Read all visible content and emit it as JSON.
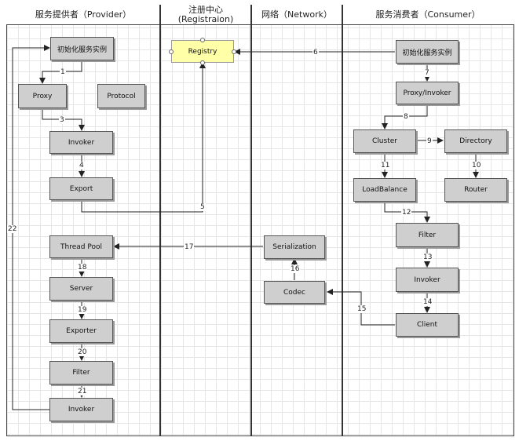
{
  "lanes": {
    "provider": "服务提供者（Provider）",
    "registry_line1": "注册中心",
    "registry_line2": "(Registraion)",
    "network": "网络（Network）",
    "consumer": "服务消费者（Consumer）"
  },
  "nodes": {
    "p_init": "初始化服务实例",
    "p_proxy": "Proxy",
    "p_protocol": "Protocol",
    "p_invoker": "Invoker",
    "p_export": "Export",
    "registry": "Registry",
    "c_init": "初始化服务实例",
    "c_proxy": "Proxy/Invoker",
    "c_cluster": "Cluster",
    "c_directory": "Directory",
    "c_loadbalance": "LoadBalance",
    "c_router": "Router",
    "c_filter": "Filter",
    "c_invoker": "Invoker",
    "c_client": "Client",
    "n_serialization": "Serialization",
    "n_codec": "Codec",
    "p_threadpool": "Thread Pool",
    "p_server": "Server",
    "p_exporter": "Exporter",
    "p_filter": "Filter",
    "p_invoker2": "Invoker"
  },
  "steps": {
    "s1": "1",
    "s3": "3",
    "s4": "4",
    "s5": "5",
    "s6": "6",
    "s7": "7",
    "s8": "8",
    "s9": "9",
    "s10": "10",
    "s11": "11",
    "s12": "12",
    "s13": "13",
    "s14": "14",
    "s15": "15",
    "s16": "16",
    "s17": "17",
    "s18": "18",
    "s19": "19",
    "s20": "20",
    "s21": "21",
    "s22": "22"
  }
}
